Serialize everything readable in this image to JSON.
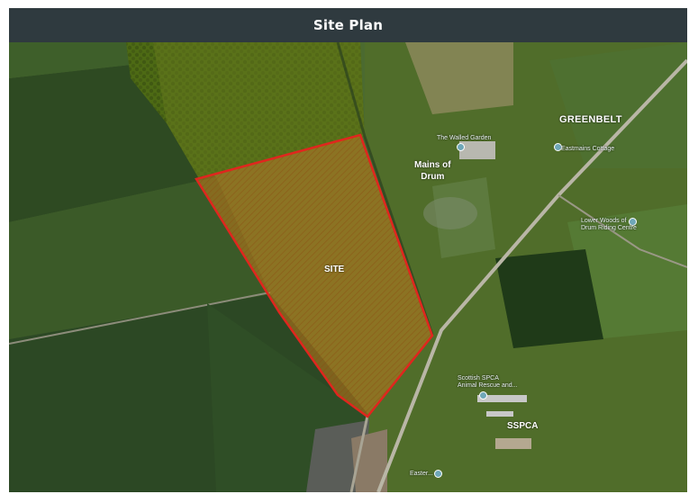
{
  "title": "Site Plan",
  "colors": {
    "header_bg": "#2f3a3f",
    "site_boundary": "#e0261e",
    "site_fill": "#c27a1a"
  },
  "labels": {
    "site": "SITE",
    "greenbelt": "GREENBELT",
    "mains_line1": "Mains of",
    "mains_line2": "Drum",
    "sspca": "SSPCA"
  },
  "poi": {
    "mains_poi": "The Walled Garden",
    "cottage": "Eastmains Cottage",
    "lower_woods": "Lower Woods of\nDrum Riding Centre",
    "sspca_centre": "Scottish SPCA\nAnimal Rescue and...",
    "bottom_poi": "Easter..."
  },
  "icons": [
    "map-pin-icon"
  ]
}
